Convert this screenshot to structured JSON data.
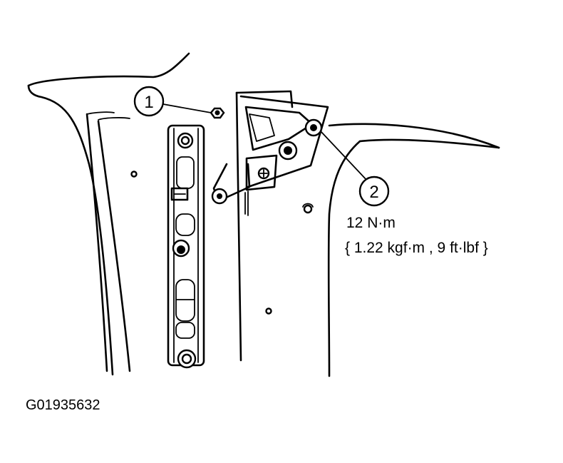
{
  "callouts": [
    {
      "number": "1"
    },
    {
      "number": "2"
    }
  ],
  "torque_spec": {
    "line1": "12 N·m",
    "line2": "{ 1.22 kgf·m , 9 ft·lbf }"
  },
  "figure_id": "G01935632"
}
